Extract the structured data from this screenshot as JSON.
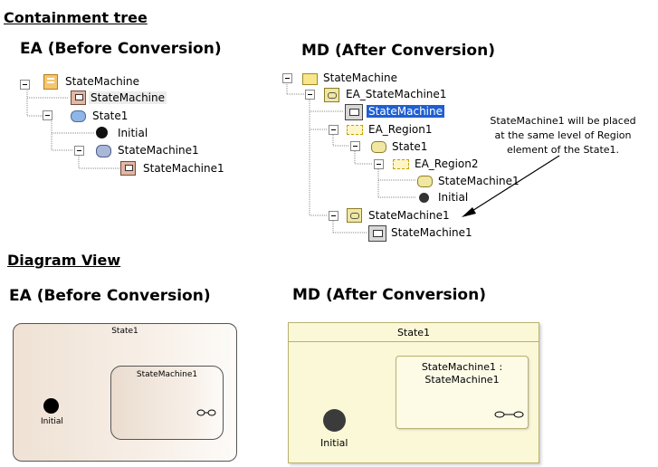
{
  "headings": {
    "containment_tree": "Containment tree",
    "diagram_view": "Diagram View"
  },
  "subheadings": {
    "ea": "EA (Before Conversion)",
    "md": "MD (After Conversion)"
  },
  "ea_tree": {
    "items": [
      {
        "label": "StateMachine",
        "icon": "state-machine-folder-icon"
      },
      {
        "label": "StateMachine",
        "icon": "state-machine-diagram-icon",
        "selected": true
      },
      {
        "label": "State1",
        "icon": "state-icon"
      },
      {
        "label": "Initial",
        "icon": "initial-node-icon"
      },
      {
        "label": "StateMachine1",
        "icon": "submachine-state-icon"
      },
      {
        "label": "StateMachine1",
        "icon": "state-machine-diagram-icon"
      }
    ]
  },
  "md_tree": {
    "items": [
      {
        "label": "StateMachine",
        "icon": "package-folder-icon"
      },
      {
        "label": "EA_StateMachine1",
        "icon": "state-machine-icon"
      },
      {
        "label": "StateMachine",
        "icon": "state-machine-diagram-icon",
        "selected": true
      },
      {
        "label": "EA_Region1",
        "icon": "region-icon"
      },
      {
        "label": "State1",
        "icon": "state-icon"
      },
      {
        "label": "EA_Region2",
        "icon": "region-icon"
      },
      {
        "label": "StateMachine1",
        "icon": "submachine-state-icon"
      },
      {
        "label": "Initial",
        "icon": "initial-node-icon"
      },
      {
        "label": "StateMachine1",
        "icon": "state-machine-icon"
      },
      {
        "label": "StateMachine1",
        "icon": "state-machine-diagram-icon"
      }
    ]
  },
  "note": {
    "line1": "StateMachine1 will be placed",
    "line2": "at the same level of Region",
    "line3": "element of the State1."
  },
  "ea_diagram": {
    "state_label": "State1",
    "submachine_label": "StateMachine1",
    "initial_label": "Initial"
  },
  "md_diagram": {
    "state_label": "State1",
    "submachine_line1": "StateMachine1 :",
    "submachine_line2": "StateMachine1",
    "initial_label": "Initial"
  }
}
